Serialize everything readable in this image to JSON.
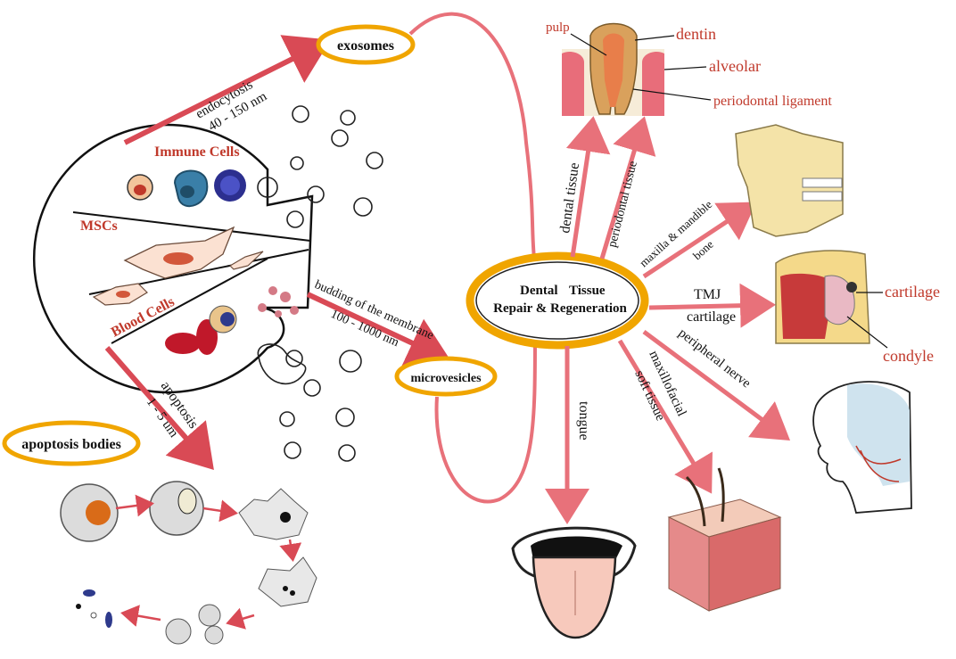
{
  "cell_sources": {
    "immune_cells": "Immune Cells",
    "mscs": "MSCs",
    "blood_cells": "Blood Cells"
  },
  "vesicles": {
    "exosomes": "exosomes",
    "microvesicles": "microvesicles",
    "apoptosis_bodies": "apoptosis bodies"
  },
  "pathways": {
    "endocytosis": "endocytosis",
    "endocytosis_size": "40 - 150 nm",
    "budding": "budding of the membrane",
    "budding_size": "100 - 1000 nm",
    "apoptosis": "apoptosis",
    "apoptosis_size": "1 - 5 um"
  },
  "center": {
    "line1a": "Dental",
    "line1b": "Tissue",
    "line2": "Repair & Regeneration"
  },
  "targets": {
    "dental_tissue": "dental tissue",
    "periodontal_tissue": "periodontal tissue",
    "maxilla_mandible": "maxilla & mandible",
    "bone": "bone",
    "tmj": "TMJ",
    "tmj_cartilage": "cartilage",
    "peripheral_nerve": "peripheral nerve",
    "maxillofacial": "maxillofacial",
    "soft_tissue": "soft tissue",
    "tongue": "tongue"
  },
  "tooth_labels": {
    "pulp": "pulp",
    "dentin": "dentin",
    "alveolar": "alveolar",
    "periodontal_ligament": "periodontal ligament"
  },
  "tmj_labels": {
    "cartilage": "cartilage",
    "condyle": "condyle"
  },
  "colors": {
    "arrow": "#e8717a",
    "arrow_dark": "#d94a55",
    "oval_ring": "#f0a500",
    "label_red": "#c0392b"
  }
}
